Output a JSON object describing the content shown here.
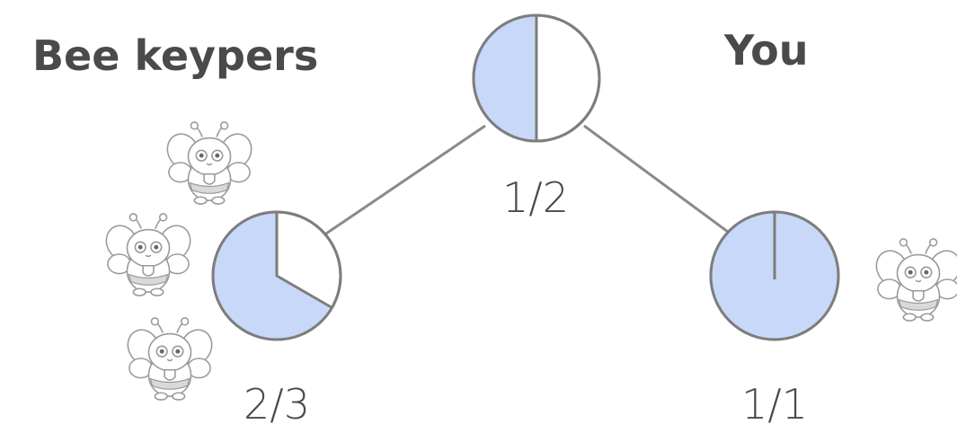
{
  "headings": {
    "left": "Bee keypers",
    "right": "You"
  },
  "nodes": {
    "root": {
      "label": "1/2",
      "filled": 1,
      "total": 2
    },
    "left": {
      "label": "2/3",
      "filled": 2,
      "total": 3
    },
    "right": {
      "label": "1/1",
      "filled": 1,
      "total": 1
    }
  },
  "colors": {
    "fill": "#c8d8f8",
    "outline": "#7d7d7d",
    "text": "#4a4a4a",
    "edge": "#8a8a8a"
  },
  "icons": {
    "bee": "bee-icon"
  }
}
